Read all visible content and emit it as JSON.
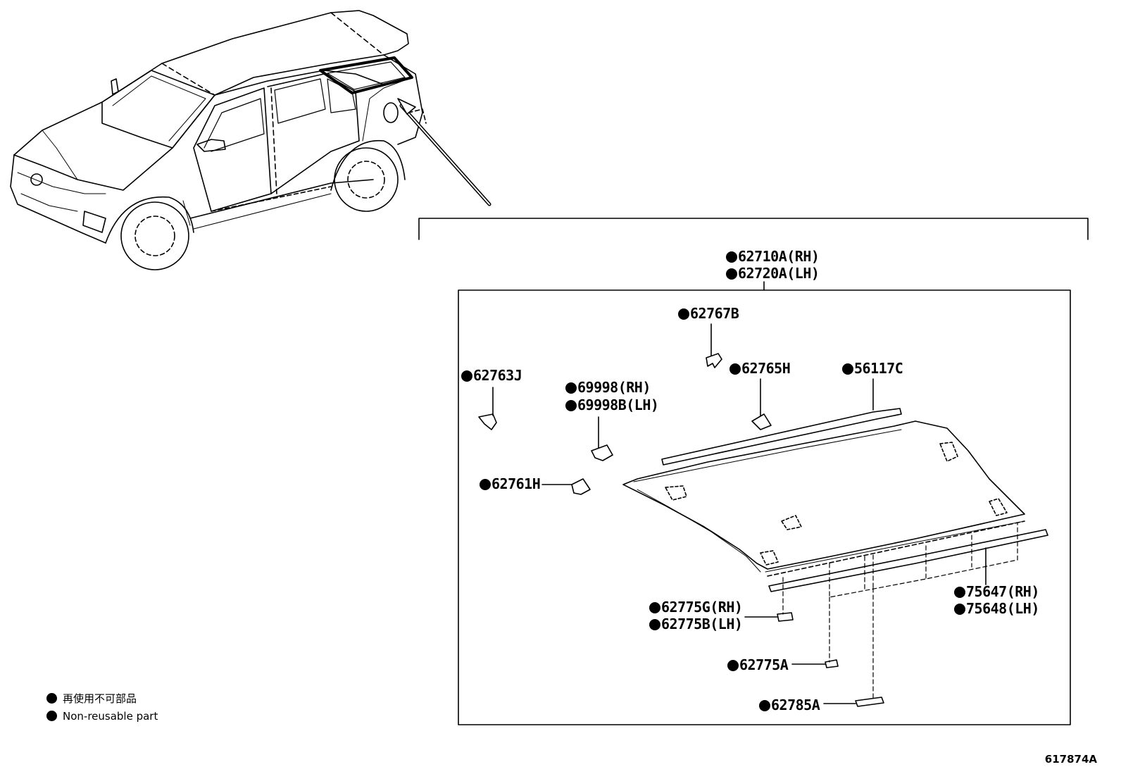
{
  "labels": {
    "p1": "62710A(RH)",
    "p2": "62720A(LH)",
    "p3": "62767B",
    "p4": "62763J",
    "p5": "69998(RH)",
    "p6": "69998B(LH)",
    "p7": "62765H",
    "p8": "56117C",
    "p9": "62761H",
    "p10": "75647(RH)",
    "p11": "75648(LH)",
    "p12": "62775G(RH)",
    "p13": "62775B(LH)",
    "p14": "62775A",
    "p15": "62785A"
  },
  "legend": {
    "line1": "再使用不可部品",
    "line2": "Non-reusable part"
  },
  "reference_code": "617874A"
}
